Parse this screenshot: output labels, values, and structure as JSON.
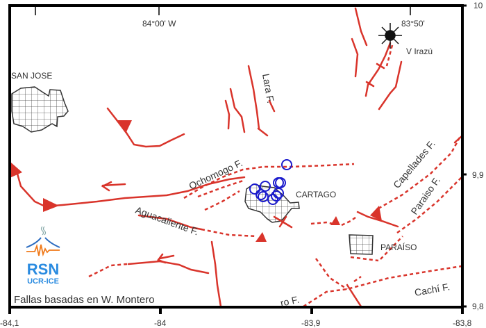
{
  "map": {
    "top_lon_labels": [
      "84°00' W",
      "83°50'"
    ],
    "bottom_x_ticks": [
      "-84,1",
      "-84",
      "-83,9",
      "-83,8"
    ],
    "right_y_ticks": [
      "10",
      "9,9",
      "9,8"
    ],
    "places": {
      "san_jose": "SAN JOSE",
      "cartago": "CARTAGO",
      "paraiso": "PARAÍSO",
      "volcano": "V Irazú"
    },
    "faults": {
      "lara": "Lara F.",
      "ochomogo": "Ochomogo F.",
      "aguacaliente": "Aguacaliente F.",
      "capellades": "Capellades F.",
      "paraiso": "Paraiso F.",
      "cachi": "Cachí  F.",
      "navarro_partial": "ro F."
    },
    "caption": "Fallas basadas en W. Montero",
    "earthquake_count": 10,
    "colors": {
      "fault": "#d9342b",
      "earthquake": "#1a1acc",
      "logo": "#2a8be0",
      "logo_wave": "#f07a1a"
    }
  },
  "logo": {
    "title": "RSN",
    "subtitle": "UCR-ICE"
  }
}
